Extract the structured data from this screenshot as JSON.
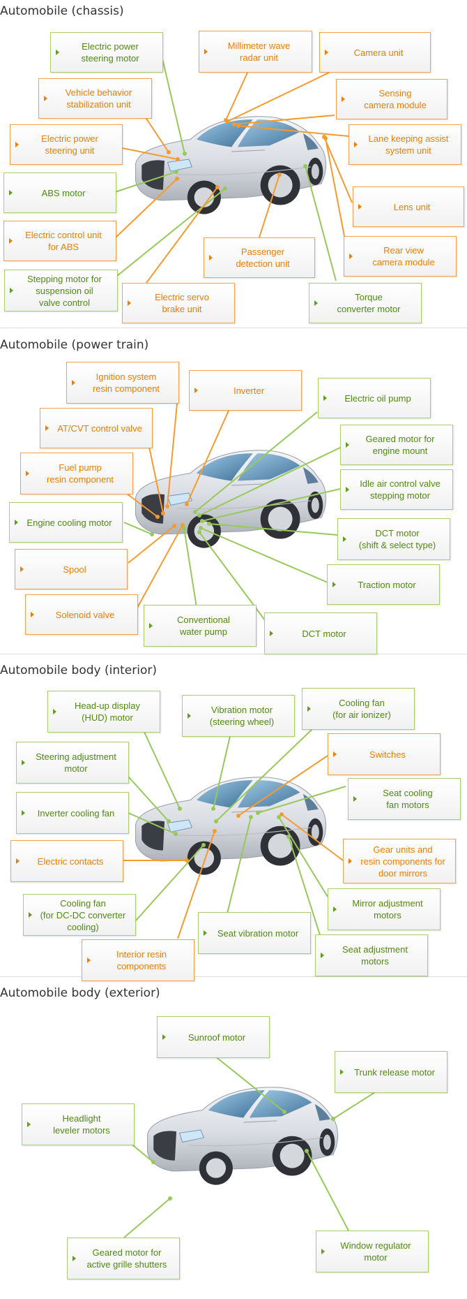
{
  "colors": {
    "orange": "#ef7d00",
    "green": "#4f8a10",
    "orange_line": "#f79a2e",
    "green_line": "#97c95a"
  },
  "sections": {
    "chassis": {
      "title": "Automobile (chassis)",
      "labels": {
        "eps_motor": "Electric power\nsteering motor",
        "mmwave": "Millimeter wave\nradar unit",
        "camera_unit": "Camera unit",
        "vehicle_behavior": "Vehicle behavior\nstabilization unit",
        "sensing_camera": "Sensing\ncamera module",
        "eps_unit": "Electric power\nsteering unit",
        "lane_keeping": "Lane keeping assist\nsystem unit",
        "abs_motor": "ABS motor",
        "lens_unit": "Lens unit",
        "ecu_abs": "Electric control unit\nfor ABS",
        "passenger": "Passenger\ndetection unit",
        "rear_view": "Rear view\ncamera module",
        "stepping_motor": "Stepping motor for\nsuspension oil\nvalve control",
        "servo_brake": "Electric servo\nbrake unit",
        "torque": "Torque\nconverter motor"
      }
    },
    "powertrain": {
      "title": "Automobile (power train)",
      "labels": {
        "ignition": "Ignition system\nresin component",
        "inverter": "Inverter",
        "oil_pump": "Electric oil pump",
        "at_cvt": "AT/CVT control valve",
        "geared_engine": "Geared motor for\nengine mount",
        "fuel_pump": "Fuel pump\nresin component",
        "idle_air": "Idle air control valve\nstepping motor",
        "engine_cooling": "Engine cooling motor",
        "dct_shift": "DCT motor\n(shift & select type)",
        "spool": "Spool",
        "traction": "Traction motor",
        "solenoid": "Solenoid valve",
        "water_pump": "Conventional\nwater pump",
        "dct_motor": "DCT motor"
      }
    },
    "interior": {
      "title": "Automobile body (interior)",
      "labels": {
        "hud": "Head-up display\n(HUD) motor",
        "vibration_steering": "Vibration motor\n(steering wheel)",
        "ionizer_fan": "Cooling fan\n(for air ionizer)",
        "steering_adj": "Steering adjustment\nmotor",
        "switches": "Switches",
        "inverter_fan": "Inverter cooling fan",
        "seat_cooling": "Seat cooling\nfan motors",
        "contacts": "Electric contacts",
        "gear_units": "Gear units and\nresin components for\ndoor mirrors",
        "dcdc_fan": "Cooling fan\n(for DC-DC converter\ncooling)",
        "mirror_adj": "Mirror adjustment\nmotors",
        "seat_vibration": "Seat vibration motor",
        "interior_resin": "Interior resin\ncomponents",
        "seat_adj": "Seat adjustment\nmotors"
      }
    },
    "exterior": {
      "title": "Automobile body (exterior)",
      "labels": {
        "sunroof": "Sunroof motor",
        "trunk": "Trunk release motor",
        "headlight": "Headlight\nleveler motors",
        "grille": "Geared motor for\nactive grille shutters",
        "window": "Window regulator\nmotor"
      }
    }
  }
}
